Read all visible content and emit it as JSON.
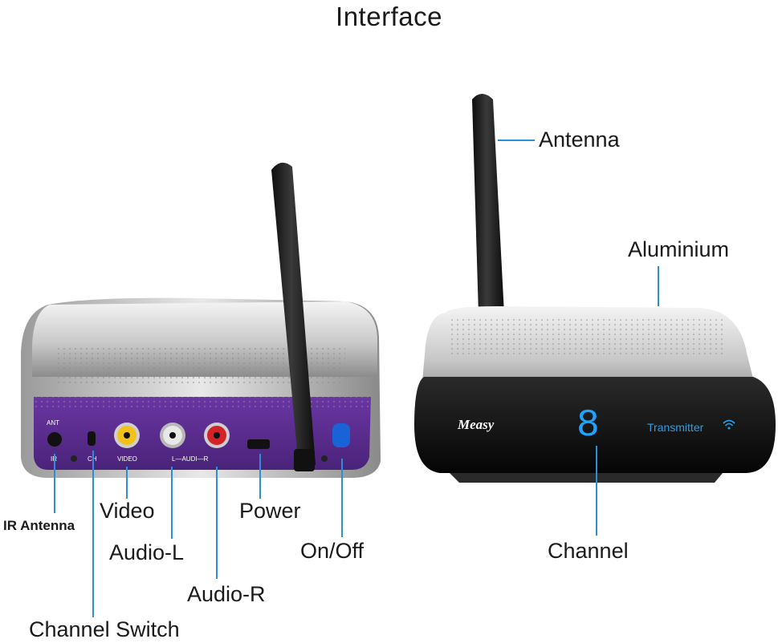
{
  "title": "Interface",
  "receiver": {
    "port_labels": {
      "ant": "ANT",
      "ir": "IR",
      "ch": "CH",
      "video": "VIDEO",
      "audio": "L—AUDI—R"
    },
    "callouts": {
      "ir_antenna": "IR Antenna",
      "channel_switch": "Channel Switch",
      "video": "Video",
      "audio_l": "Audio-L",
      "audio_r": "Audio-R",
      "power": "Power",
      "on_off": "On/Off"
    }
  },
  "transmitter": {
    "brand": "Measy",
    "mode": "Transmitter",
    "channel_digit": "8",
    "callouts": {
      "antenna": "Antenna",
      "aluminium": "Aluminium",
      "channel": "Channel"
    }
  },
  "colors": {
    "callout_line": "#2b8fd6",
    "back_panel": "#5b2c8f",
    "display_digit": "#1fa3ff",
    "video_jack": "#f2c21a",
    "audio_l_jack": "#e8e8e8",
    "audio_r_jack": "#d3222a",
    "power_button": "#1a63d6"
  }
}
